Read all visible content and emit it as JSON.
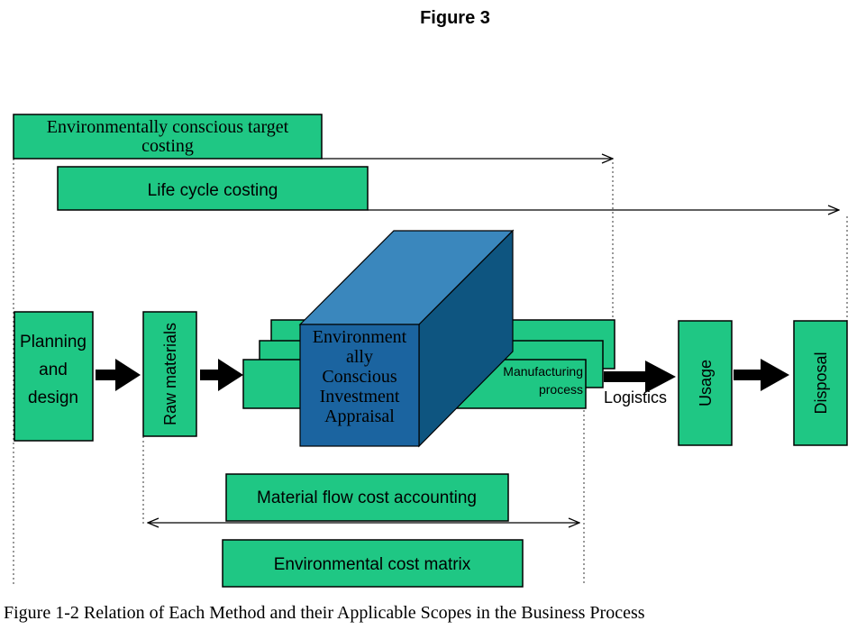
{
  "figure_title": "Figure 3",
  "boxes": {
    "target_costing_line1": "Environmentally conscious target",
    "target_costing_line2": "costing",
    "life_cycle_costing": "Life cycle costing",
    "planning_line1": "Planning",
    "planning_line2": "and",
    "planning_line3": "design",
    "raw_materials": "Raw materials",
    "manufacturing_line1": "Manufacturing",
    "manufacturing_line2": "process",
    "logistics": "Logistics",
    "usage": "Usage",
    "disposal": "Disposal",
    "material_flow": "Material flow cost accounting",
    "env_cost_matrix": "Environmental cost matrix"
  },
  "investment_appraisal": {
    "line1": "Environment",
    "line2": "ally",
    "line3": "Conscious",
    "line4": "Investment",
    "line5": "Appraisal"
  },
  "caption": "Figure 1-2 Relation of Each Method and their Applicable Scopes in the Business Process",
  "colors": {
    "box_fill": "#1fc784",
    "cube_front": "#1b64a0",
    "cube_top": "#3a87bd",
    "cube_side": "#0e5580"
  }
}
